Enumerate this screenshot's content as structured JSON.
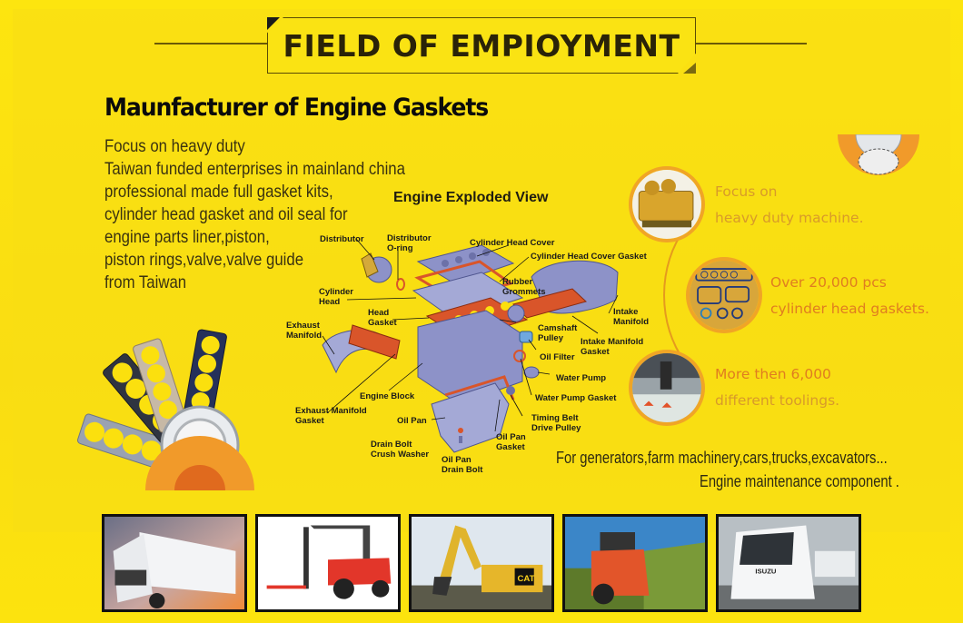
{
  "banner": {
    "title": "FIELD OF EMPIOYMENT"
  },
  "intro": {
    "headline": "Maunfacturer of Engine Gaskets",
    "lines": [
      "Focus on heavy duty",
      "Taiwan funded enterprises in mainland china",
      "professional made full gasket kits,",
      "cylinder head gasket and oil seal for",
      "engine parts liner,piston,",
      "piston rings,valve,valve guide",
      "from Taiwan"
    ]
  },
  "diagram": {
    "title": "Engine Exploded View",
    "labels": {
      "distributor": "Distributor",
      "distributor_oring": "Distributor\nO-ring",
      "cylinder_head_cover": "Cylinder Head Cover",
      "cylinder_head_cover_gasket": "Cylinder Head Cover Gasket",
      "rubber_grommets": "Rubber\nGrommets",
      "cylinder_head": "Cylinder\nHead",
      "head_gasket": "Head\nGasket",
      "intake_manifold": "Intake\nManifold",
      "exhaust_manifold": "Exhaust\nManifold",
      "camshaft_pulley": "Camshaft\nPulley",
      "intake_manifold_gasket": "Intake Manifold\nGasket",
      "oil_filter": "Oil Filter",
      "water_pump": "Water Pump",
      "engine_block": "Engine Block",
      "water_pump_gasket": "Water Pump Gasket",
      "exhaust_manifold_gasket": "Exhaust Manifold\nGasket",
      "oil_pan": "Oil Pan",
      "timing_belt_drive_pulley": "Timing Belt\nDrive Pulley",
      "oil_pan_gasket": "Oil Pan\nGasket",
      "drain_bolt_crush_washer": "Drain Bolt\nCrush Washer",
      "oil_pan_drain_bolt": "Oil Pan\nDrain Bolt"
    }
  },
  "features": [
    {
      "line1": "Focus on",
      "line2": "heavy duty machine.",
      "image": "diesel-engine"
    },
    {
      "line1": "Over 20,000 pcs",
      "line2": "cylinder head gaskets.",
      "image": "gasket-kit"
    },
    {
      "line1": "More then 6,000",
      "line2": "different toolings.",
      "image": "cnc-tooling"
    }
  ],
  "applications": {
    "line1": "For generators,farm machinery,cars,trucks,excavators...",
    "line2": "Engine maintenance component  ."
  },
  "photos": [
    {
      "name": "truck-photo",
      "subject": "heavy truck"
    },
    {
      "name": "forklift-photo",
      "subject": "forklift"
    },
    {
      "name": "excavator-photo",
      "subject": "CAT excavator",
      "badge": "CAT"
    },
    {
      "name": "harvester-photo",
      "subject": "combine harvester"
    },
    {
      "name": "light-truck-photo",
      "subject": "Isuzu light truck",
      "badge": "ISUZU"
    }
  ],
  "colors": {
    "background": "#fbe00e",
    "title_text": "#2a2308",
    "feature_orange": "#e07d20",
    "feature_gold": "#d89a2a",
    "gasket_red": "#d9552a",
    "part_blue": "#8d92c8"
  }
}
